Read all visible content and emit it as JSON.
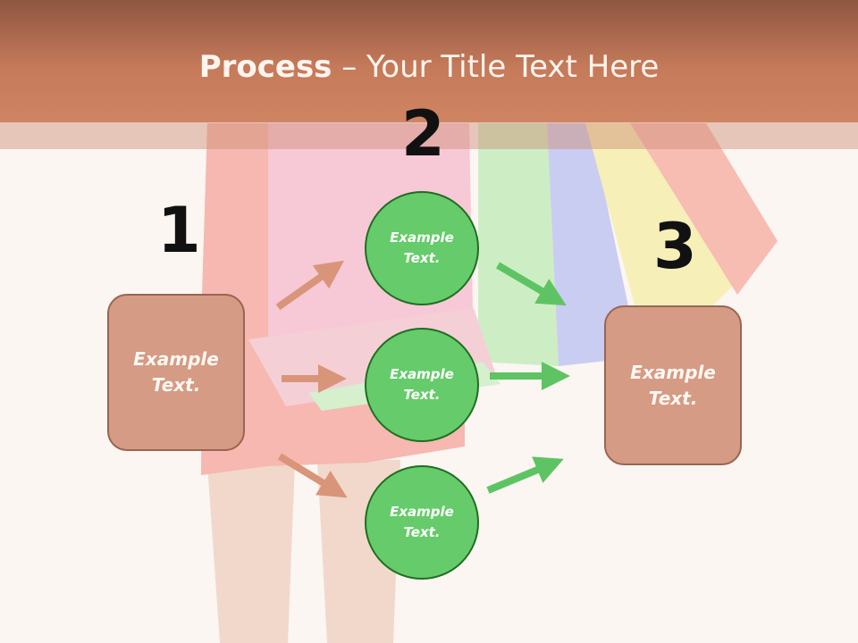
{
  "title": {
    "bold": "Process",
    "rest": " – Your Title Text Here"
  },
  "step_numbers": [
    "1",
    "2",
    "3"
  ],
  "left_box": {
    "label": "Example\nText."
  },
  "right_box": {
    "label": "Example\nText."
  },
  "circles": [
    {
      "label": "Example\nText."
    },
    {
      "label": "Example\nText."
    },
    {
      "label": "Example\nText."
    }
  ],
  "colors": {
    "title_bar": "#c57a5a",
    "box_fill": "#d59b84",
    "circle_fill": "#66cb6a",
    "arrow_left": "#d9957a",
    "arrow_right": "#5ec463"
  }
}
